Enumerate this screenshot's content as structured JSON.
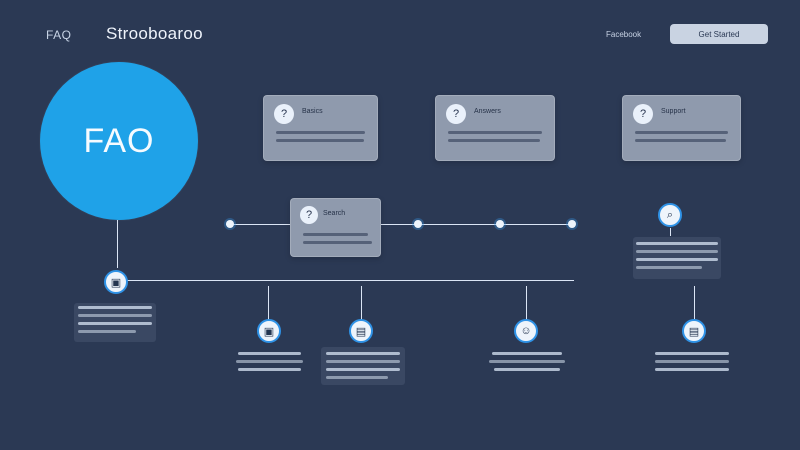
{
  "header": {
    "brand_small": "FAQ",
    "brand_main": "Strooboaroo",
    "nav_link": "Facebook",
    "nav_button": "Get Started"
  },
  "hero": {
    "circle_label": "FAO"
  },
  "cards": [
    {
      "title": "Basics",
      "icon": "question-icon"
    },
    {
      "title": "Answers",
      "icon": "question-icon"
    },
    {
      "title": "Support",
      "icon": "question-icon"
    },
    {
      "title": "Search",
      "icon": "question-icon"
    }
  ],
  "timeline": {
    "nodes": [
      {
        "icon": "clipboard-icon"
      },
      {
        "icon": "clipboard-icon"
      },
      {
        "icon": "document-icon"
      },
      {
        "icon": "person-icon"
      },
      {
        "icon": "document-icon"
      },
      {
        "icon": "search-icon"
      }
    ]
  },
  "colors": {
    "background": "#2b3954",
    "accent": "#1fa2e8",
    "card": "#8f9aad",
    "line": "#dbe5f5"
  }
}
